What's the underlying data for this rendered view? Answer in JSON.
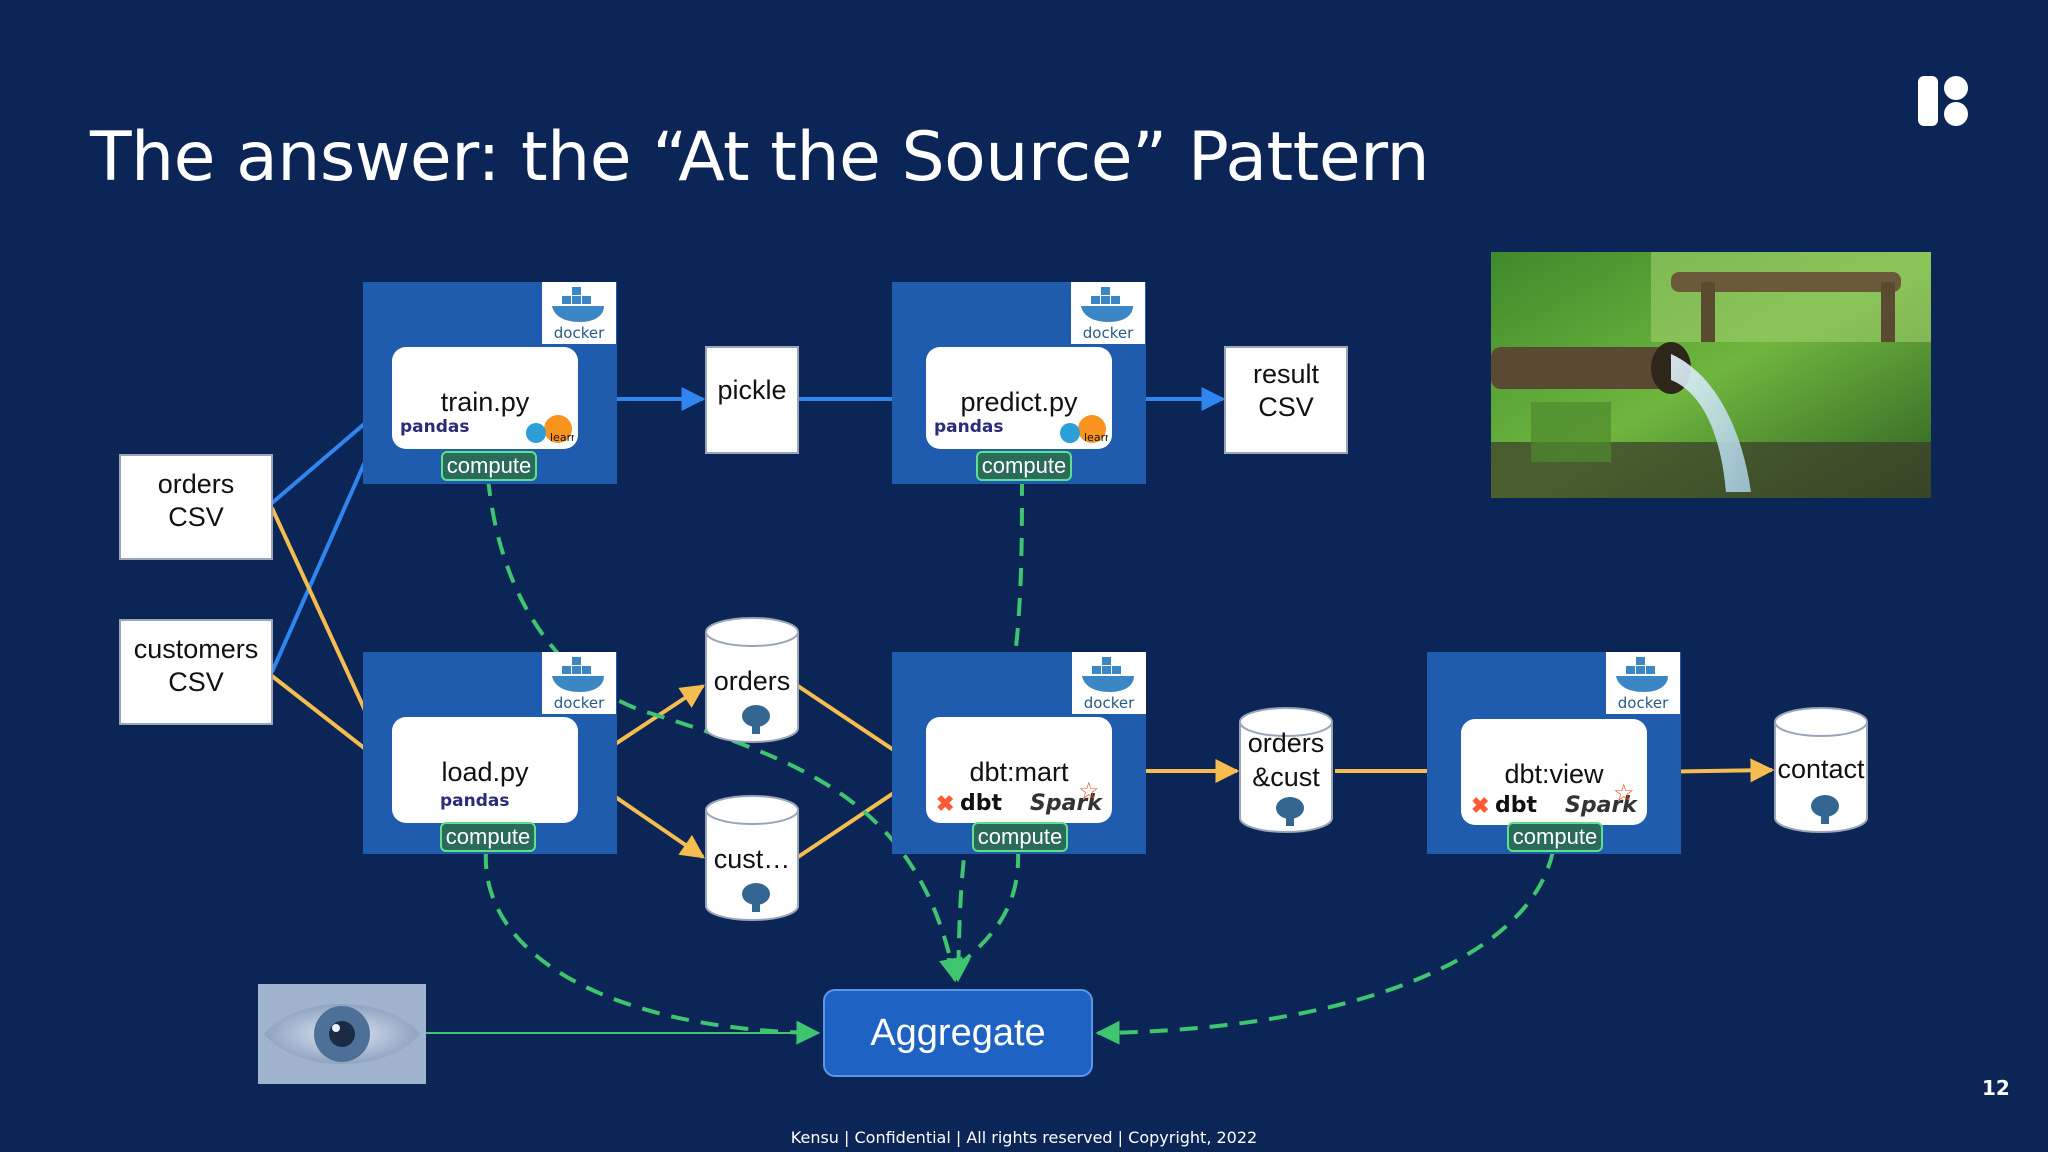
{
  "slide": {
    "title": "The answer: the “At the Source” Pattern",
    "footer": "Kensu | Confidential | All rights reserved | Copyright, 2022",
    "page_number": "12"
  },
  "colors": {
    "background": "#0b2656",
    "container": "#1f5cad",
    "blue_arrow": "#2f86f0",
    "yellow_arrow": "#f5bd4f",
    "compute_dash": "#3fc46f",
    "aggregate": "#1e63c4"
  },
  "docker_label": "docker",
  "docs": {
    "orders_csv": "orders\nCSV",
    "customers_csv": "customers\nCSV",
    "pickle": "pickle",
    "result_csv": "result\nCSV"
  },
  "processes": {
    "train": {
      "label": "train.py",
      "libs": [
        "pandas",
        "sklearn"
      ],
      "compute": "compute"
    },
    "predict": {
      "label": "predict.py",
      "libs": [
        "pandas",
        "sklearn"
      ],
      "compute": "compute"
    },
    "load": {
      "label": "load.py",
      "libs": [
        "pandas"
      ],
      "compute": "compute"
    },
    "mart": {
      "label": "dbt:mart",
      "libs": [
        "dbt",
        "Spark"
      ],
      "compute": "compute"
    },
    "view": {
      "label": "dbt:view",
      "libs": [
        "dbt",
        "Spark"
      ],
      "compute": "compute"
    }
  },
  "logo_text": {
    "pandas": "pandas",
    "dbt": "dbt",
    "spark": "Spark",
    "sklearn": "learn"
  },
  "databases": {
    "orders": "orders",
    "cust": "cust…",
    "orders_cust": "orders\n&cust",
    "contact": "contact"
  },
  "aggregate": "Aggregate",
  "icons": [
    "brand-logo-icon",
    "eye-icon",
    "pipe-photo",
    "docker-icon",
    "postgres-icon",
    "pandas-icon",
    "sklearn-icon",
    "dbt-icon",
    "spark-icon"
  ]
}
